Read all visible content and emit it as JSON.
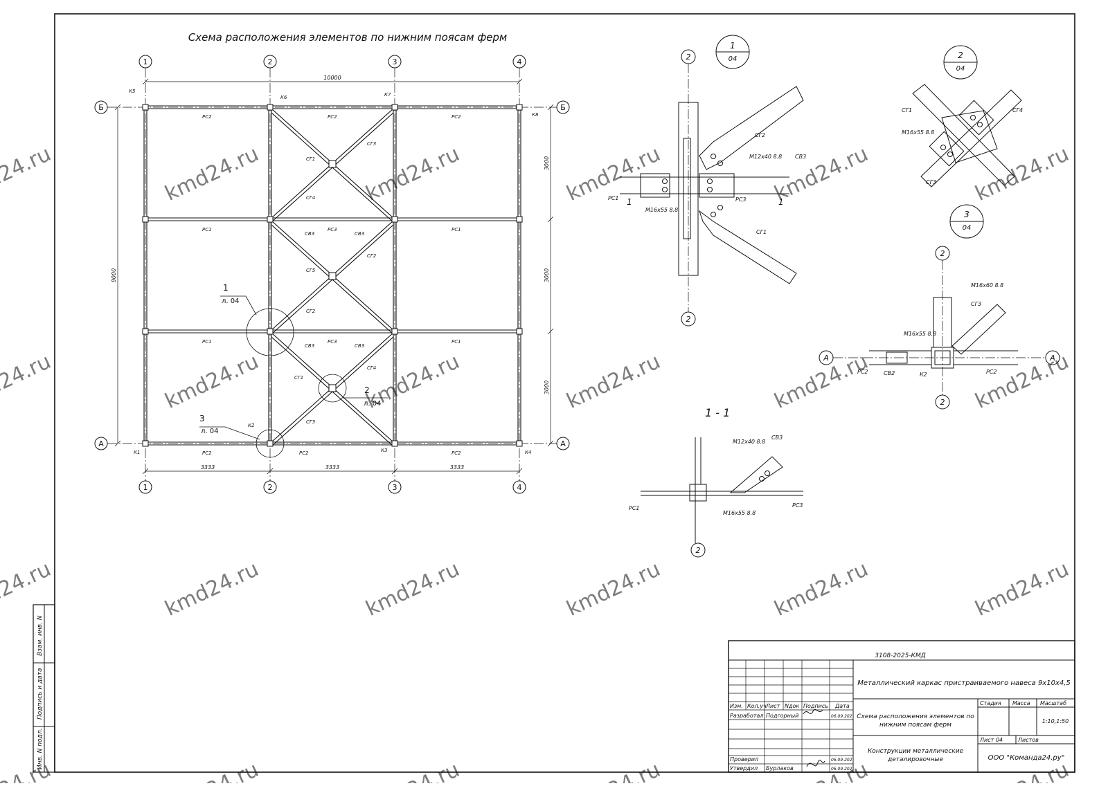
{
  "sheet": {
    "title": "Схема расположения элементов по нижним поясам ферм",
    "watermark": "kmd24.ru"
  },
  "plan": {
    "axes_numeric": [
      "1",
      "2",
      "3",
      "4"
    ],
    "axes_letter": [
      "Б",
      "А"
    ],
    "dim_total_x": "10000",
    "dim_total_y": "9000",
    "dims_x": [
      "3333",
      "3333",
      "3333"
    ],
    "dims_y": [
      "3000",
      "3000",
      "3000"
    ],
    "columns": [
      "К5",
      "К6",
      "К7",
      "К8",
      "К1",
      "К2",
      "К3",
      "К4"
    ],
    "labels": {
      "rc2_top": [
        "РС2",
        "РС2",
        "РС2"
      ],
      "rc1_row1": [
        "РС1",
        "РС3",
        "РС1"
      ],
      "rc1_row2": [
        "РС1",
        "РС3",
        "РС1"
      ],
      "rc2_bottom": [
        "РС2",
        "РС2",
        "РС2"
      ],
      "sv3": [
        "СВ3",
        "СВ3",
        "СВ3",
        "СВ3"
      ],
      "braces": [
        "СГ3",
        "СГ1",
        "СГ4",
        "СГ2",
        "СГ5",
        "СГ2",
        "СГ4",
        "СГ1",
        "СГ3"
      ]
    },
    "callouts": [
      {
        "num": "1",
        "ref": "л. 04"
      },
      {
        "num": "2",
        "ref": "л. 04"
      },
      {
        "num": "3",
        "ref": "л. 04"
      }
    ]
  },
  "details": {
    "node1": {
      "num": "1",
      "sheet": "04",
      "axis": "2",
      "labels": [
        "СГ2",
        "М12х40 8.8",
        "СВ3",
        "РС1",
        "М16х55 8.8",
        "РС3",
        "СГ1",
        "1",
        "1"
      ]
    },
    "node2": {
      "num": "2",
      "sheet": "04",
      "labels": [
        "СГ1",
        "СГ4",
        "М16х55 8.8",
        "СГ3"
      ]
    },
    "node3": {
      "num": "3",
      "sheet": "04",
      "axis_num": "2",
      "axis_letter": "А",
      "labels": [
        "М16х60 8.8",
        "СГ3",
        "М16х55 8.8",
        "РС2",
        "СВ2",
        "К2",
        "РС2"
      ]
    },
    "section": {
      "title": "1 - 1",
      "axis": "2",
      "labels": [
        "М12х40 8.8",
        "СВ3",
        "РС1",
        "М16х55 8.8",
        "РС3"
      ]
    }
  },
  "side_stamp": [
    "Взам. инв. N",
    "Подпись и дата",
    "Инв. N подл."
  ],
  "title_block": {
    "code": "3108-2025-КМД",
    "object": "Металлический каркас пристраиваемого навеса 9х10х4,5",
    "sheet_title": "Схема расположения элементов по нижним поясам ферм",
    "org_line": "Конструкции металлические деталировочные",
    "company": "ООО \"Команда24.ру\"",
    "headers": [
      "Изм.",
      "Кол.уч",
      "Лист",
      "Nдок",
      "Подпись",
      "Дата"
    ],
    "rows": [
      {
        "role": "Разработал",
        "name": "Подгорный",
        "date": "06.09.202"
      },
      {
        "role": "Проверил",
        "name": "",
        "date": "06.09.202"
      },
      {
        "role": "Утвердил",
        "name": "Бурлаков",
        "date": "06.09.202"
      }
    ],
    "stage_label": "Стадия",
    "mass_label": "Масса",
    "scale_label": "Масштаб",
    "scale": "1:10,1:50",
    "sheet_label": "Лист 04",
    "sheets_label": "Листов"
  }
}
